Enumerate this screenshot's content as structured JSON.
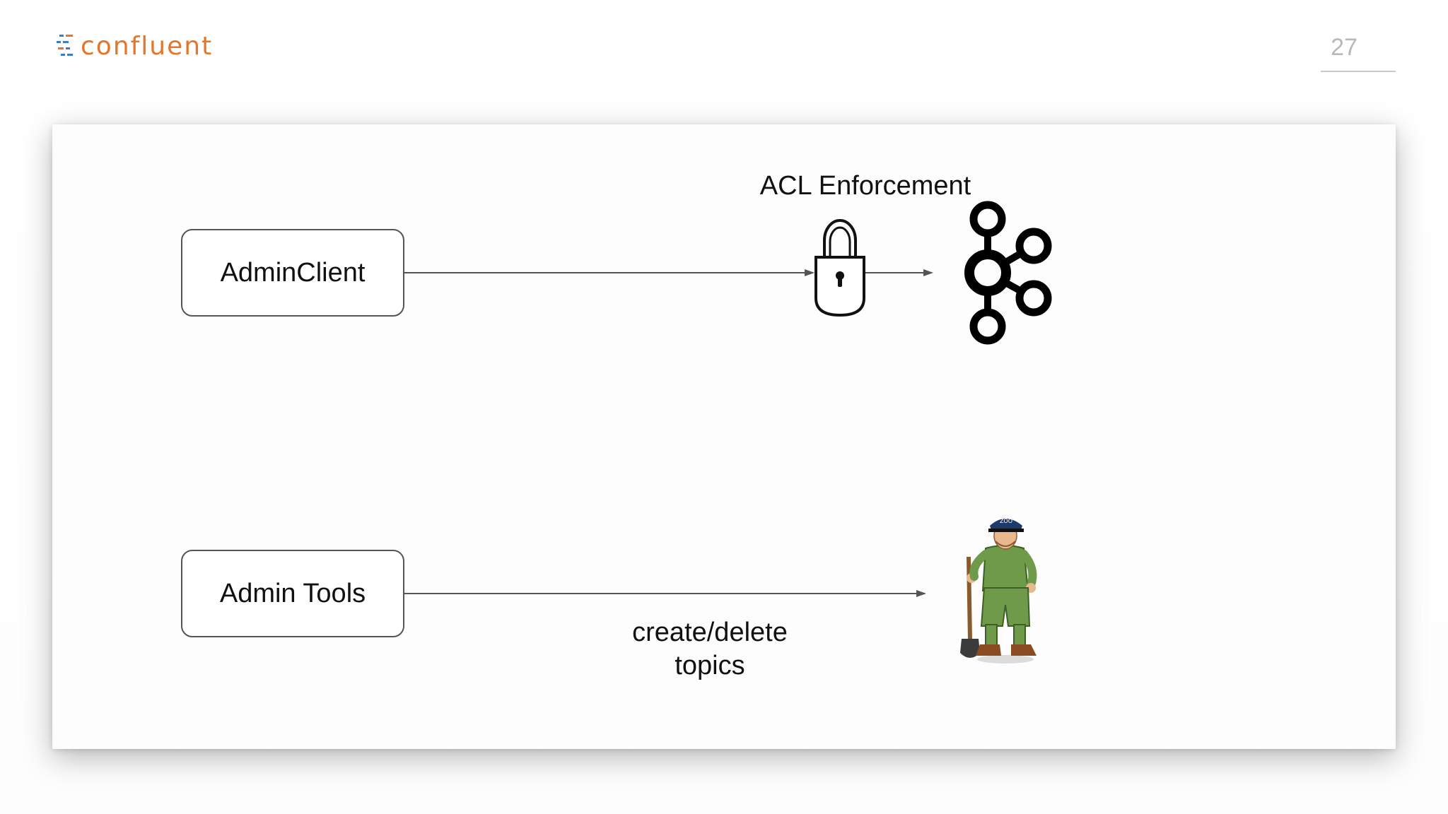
{
  "header": {
    "logo_text": "confluent",
    "page_number": "27"
  },
  "diagram": {
    "nodes": {
      "admin_client": "AdminClient",
      "admin_tools": "Admin Tools"
    },
    "labels": {
      "acl": "ACL Enforcement",
      "create_delete_line1": "create/delete",
      "create_delete_line2": "topics"
    },
    "icons": [
      "lock-icon",
      "kafka-logo-icon",
      "zookeeper-mascot-icon"
    ]
  },
  "colors": {
    "brand_orange": "#e4762c",
    "brand_blue": "#3a7fc6",
    "line": "#555555"
  }
}
